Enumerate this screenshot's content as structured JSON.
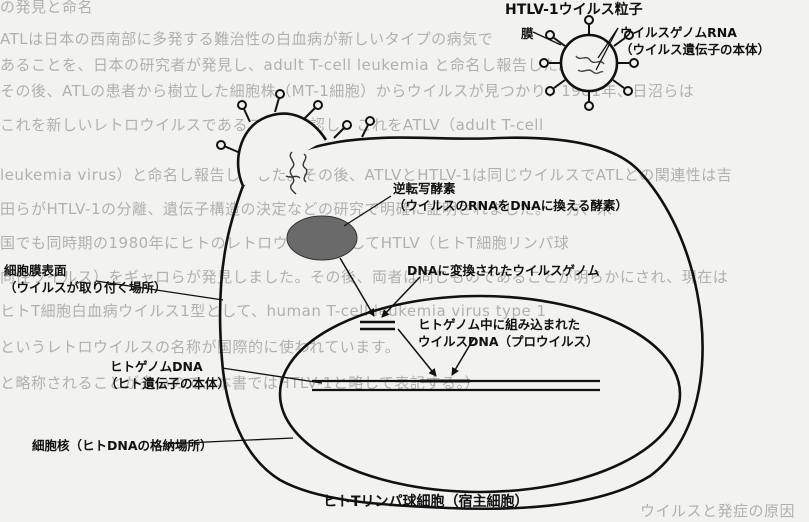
{
  "background_lines": [
    "の発見と命名",
    "ATLは日本の西南部に多発する難治性の白血病が新しいタイプの病気で",
    "あることを、日本の研究者が発見し、adult T-cell leukemia と命名し報告した。",
    "その後、ATLの患者から樹立した細胞株（MT-1細胞）からウイルスが見つかり、1981年、日沼らは",
    "これを新しいレトロウイルスであることを確認し、これをATLV（adult T-cell",
    "leukemia virus）と命名し報告しました。その後、ATLVとHTLV-1は同じウイルスでATLとの関連性は吉",
    "田らがHTLV-1の分離、遺伝子構造の決定などの研究で明確に証明されました。一方、米",
    "国でも同時期の1980年にヒトのレトロウイルスとしてHTLV（ヒトT細胞リンパ球",
    "向性ウイルス）をギャロらが発見しました。その後、両者は同じものであることが明らかにされ、現在は",
    "ヒトT細胞白血病ウイルス1型として、human T-cell leukemia virus type 1",
    "というレトロウイルスの名称が国際的に使われています。",
    "と略称されることが多いので、本書ではHTLV-1と略して表記する。）",
    "",
    "ウイルスと発症の原因"
  ],
  "labels": {
    "virus_particle_title": "HTLV-1ウイルス粒子",
    "envelope": "膜",
    "viral_rna_line1": "ウイルスゲノムRNA",
    "viral_rna_line2": "（ウイルス遺伝子の本体）",
    "reverse_transcriptase_line1": "逆転写酵素",
    "reverse_transcriptase_line2": "（ウイルスのRNAをDNAに換える酵素）",
    "cell_surface_line1": "細胞膜表面",
    "cell_surface_line2": "（ウイルスが取り付く場所）",
    "converted_genome": "DNAに変換されたウイルスゲノム",
    "integrated_line1": "ヒトゲノム中に組み込まれた",
    "integrated_line2": "ウイルスDNA（プロウイルス）",
    "human_dna_line1": "ヒトゲノムDNA",
    "human_dna_line2": "（ヒト遺伝子の本体）",
    "nucleus": "細胞核（ヒトDNAの格納場所）",
    "cell_title": "ヒトTリンパ球細胞（宿主細胞）"
  }
}
